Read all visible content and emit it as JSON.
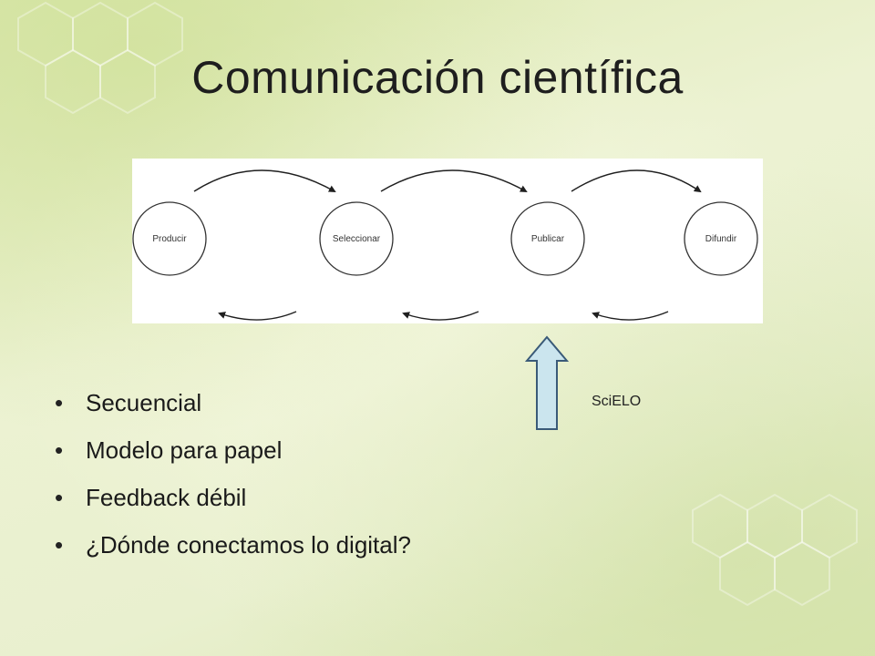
{
  "slide": {
    "title": "Comunicación científica",
    "bullets": [
      "Secuencial",
      "Modelo para papel",
      "Feedback débil",
      "¿Dónde conectamos lo digital?"
    ],
    "arrow_label": "SciELO"
  },
  "diagram": {
    "nodes": [
      "Producir",
      "Seleccionar",
      "Publicar",
      "Difundir"
    ],
    "arrow_color": "#1f1f1f",
    "up_arrow_fill": "#cbe5ee",
    "up_arrow_stroke": "#3a5a78"
  }
}
